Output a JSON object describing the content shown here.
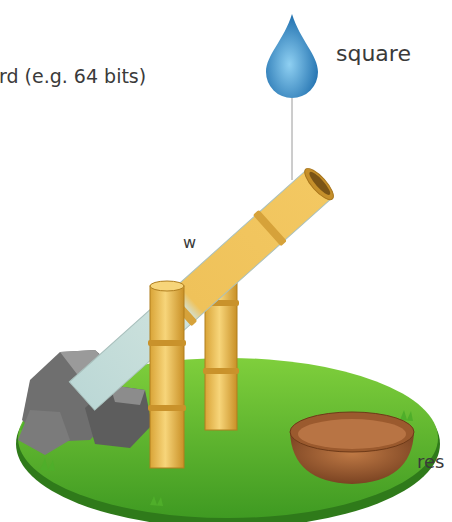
{
  "diagram": {
    "labels": [
      "rd (e.g. 64 bits)",
      "square",
      "w",
      "res"
    ]
  }
}
